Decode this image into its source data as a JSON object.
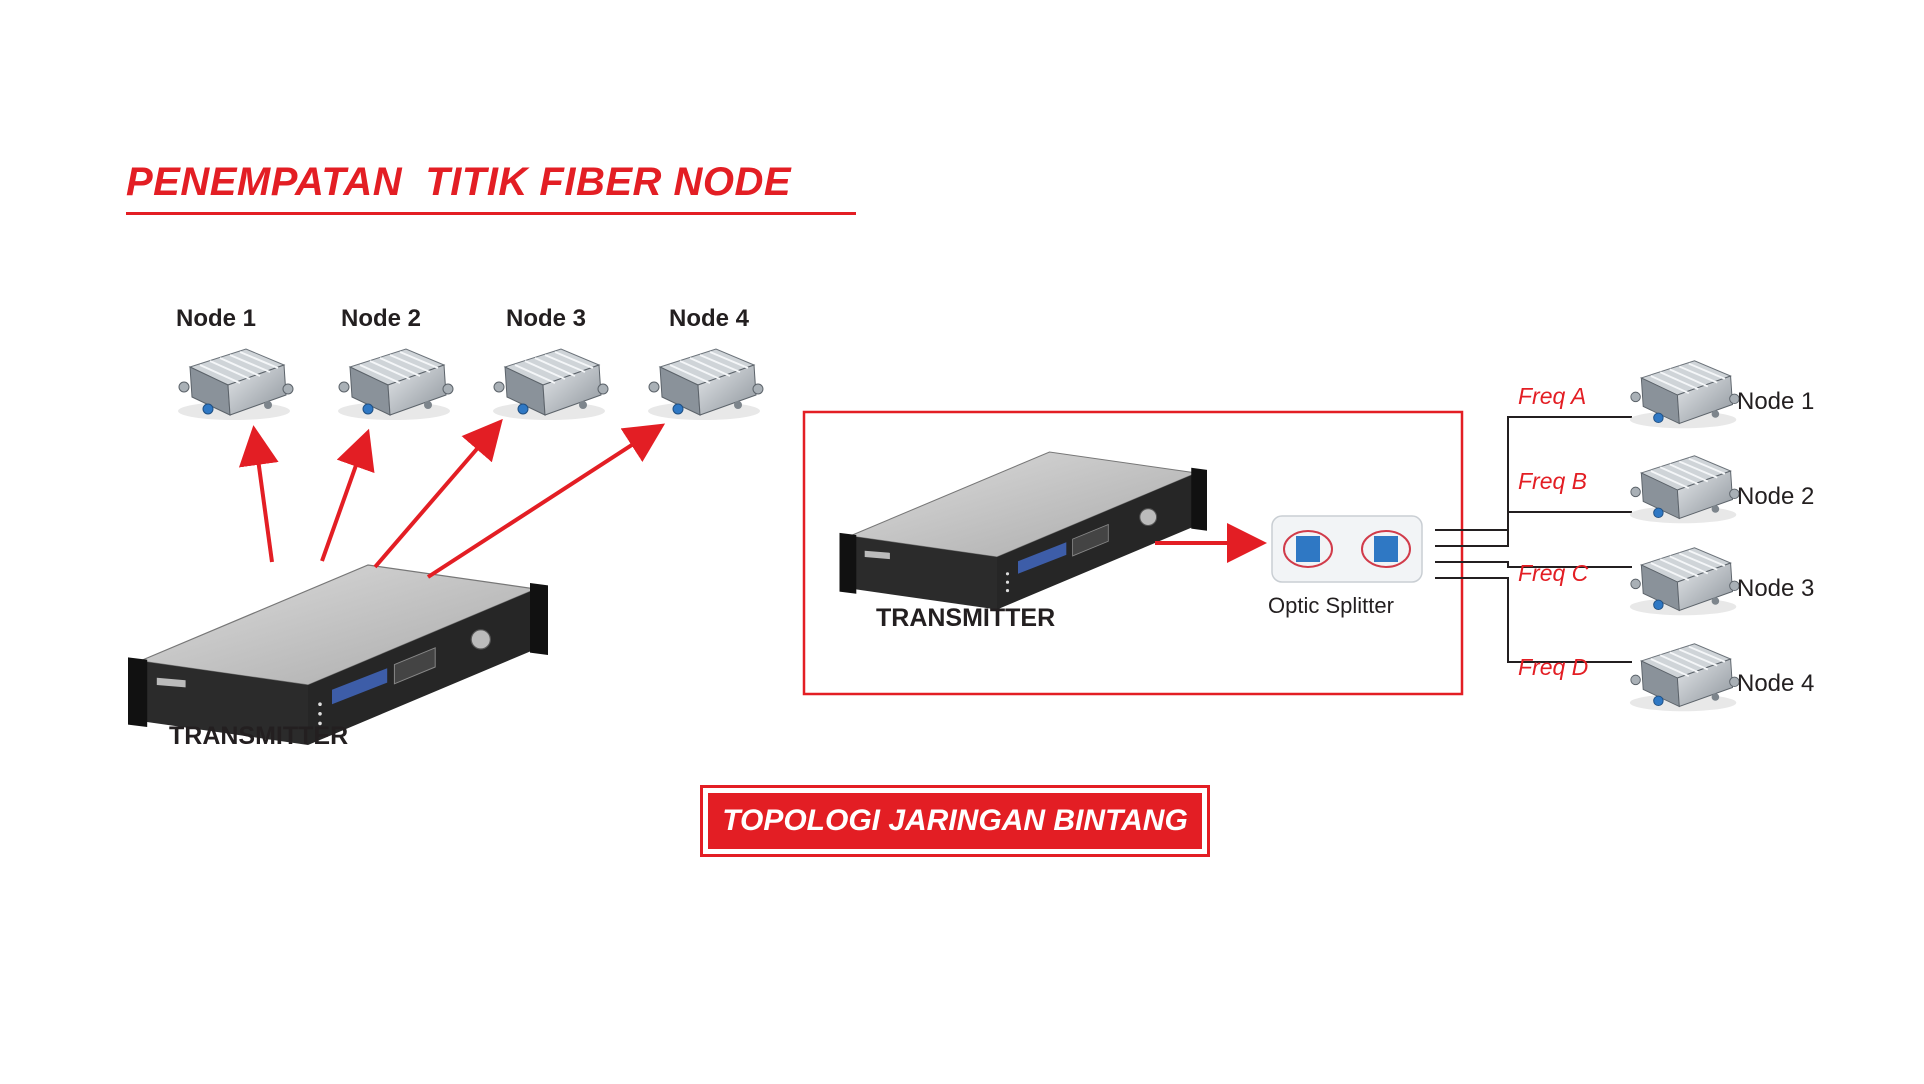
{
  "title": "PENEMPATAN  TITIK FIBER NODE",
  "left": {
    "nodes": [
      "Node 1",
      "Node 2",
      "Node 3",
      "Node 4"
    ],
    "transmitter": "TRANSMITTER"
  },
  "right": {
    "transmitter": "TRANSMITTER",
    "splitter": "Optic Splitter",
    "freqs": [
      "Freq A",
      "Freq B",
      "Freq C",
      "Freq D"
    ],
    "nodes": [
      "Node 1",
      "Node 2",
      "Node 3",
      "Node 4"
    ]
  },
  "badge": "TOPOLOGI JARINGAN BINTANG",
  "colors": {
    "accent": "#e31e24",
    "text": "#231f20"
  }
}
